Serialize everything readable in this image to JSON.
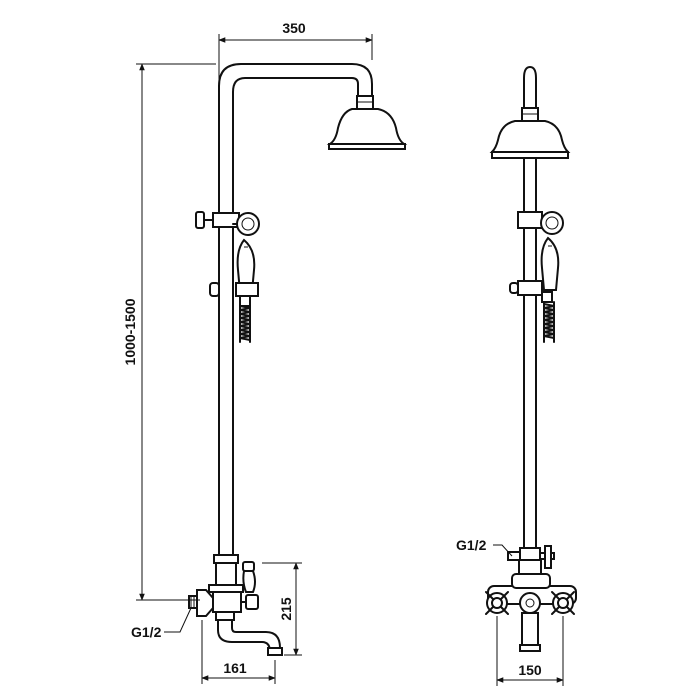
{
  "diagram": {
    "dimensions": {
      "head_reach": "350",
      "height_range": "1000-1500",
      "spout_height": "215",
      "spout_projection": "161",
      "inlet_centres": "150"
    },
    "labels": {
      "inlet_side": "G1/2",
      "inlet_front": "G1/2"
    }
  }
}
